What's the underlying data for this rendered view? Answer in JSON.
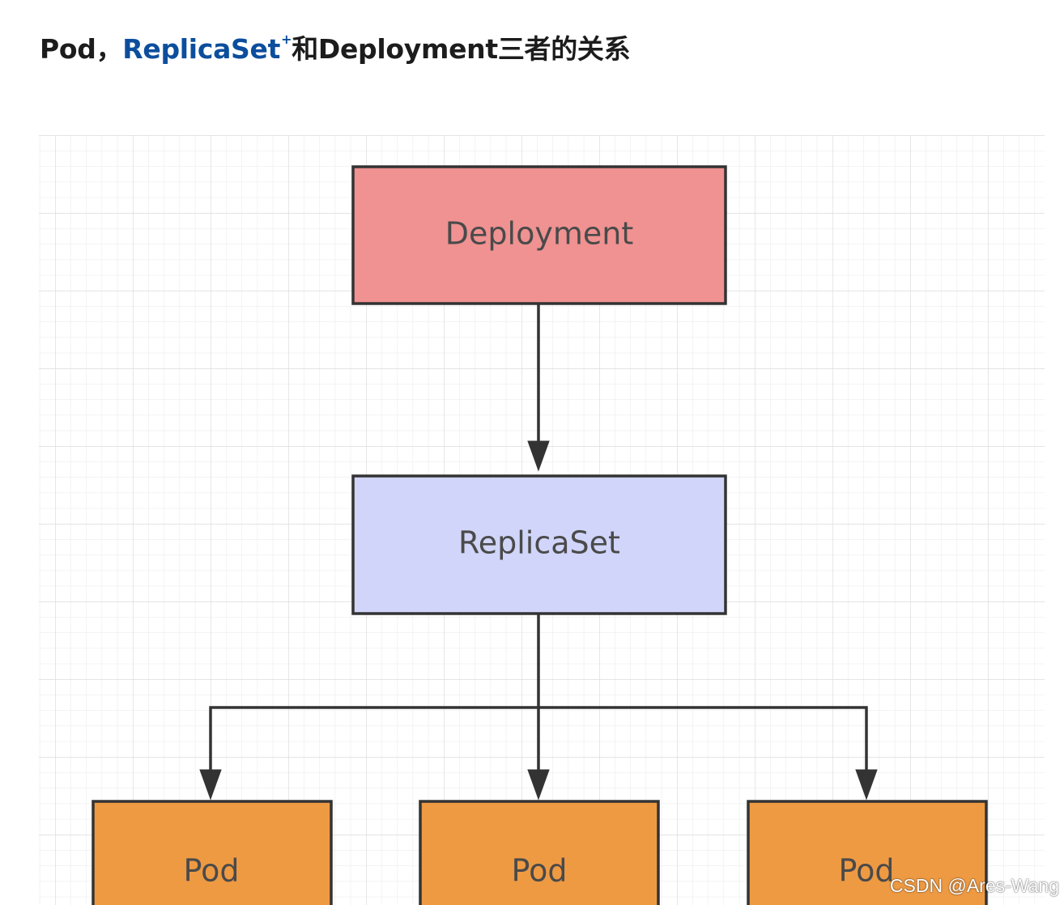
{
  "article": {
    "heading": {
      "prefix": "Pod，",
      "link_text": "ReplicaSet",
      "link_mark": "+",
      "suffix": "和Deployment三者的关系"
    }
  },
  "diagram": {
    "colors": {
      "deployment_fill": "#ef9291",
      "replicaset_fill": "#d0d5f9",
      "pod_fill": "#ee9a43",
      "stroke": "#333333",
      "label": "#4a4a4a",
      "grid": "#e9e9e9",
      "grid_major": "#dcdcdc"
    },
    "nodes": {
      "deployment": "Deployment",
      "replicaset": "ReplicaSet",
      "pods": [
        "Pod",
        "Pod",
        "Pod"
      ]
    },
    "edges": [
      {
        "from": "deployment",
        "to": "replicaset"
      },
      {
        "from": "replicaset",
        "to": "pod-1"
      },
      {
        "from": "replicaset",
        "to": "pod-2"
      },
      {
        "from": "replicaset",
        "to": "pod-3"
      }
    ]
  },
  "watermark": "CSDN @Ares-Wang"
}
